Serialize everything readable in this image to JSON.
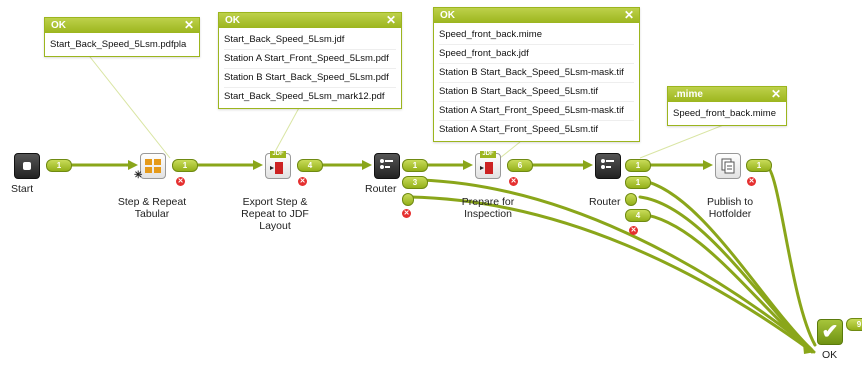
{
  "popups": [
    {
      "title": "OK",
      "files": [
        "Start_Back_Speed_5Lsm.pdfpla"
      ]
    },
    {
      "title": "OK",
      "files": [
        "Start_Back_Speed_5Lsm.jdf",
        "Station A Start_Front_Speed_5Lsm.pdf",
        "Station B Start_Back_Speed_5Lsm.pdf",
        "Start_Back_Speed_5Lsm_mark12.pdf"
      ]
    },
    {
      "title": "OK",
      "files": [
        "Speed_front_back.mime",
        "Speed_front_back.jdf",
        "Station B Start_Back_Speed_5Lsm-mask.tif",
        "Station B Start_Back_Speed_5Lsm.tif",
        "Station A Start_Front_Speed_5Lsm-mask.tif",
        "Station A Start_Front_Speed_5Lsm.tif"
      ]
    },
    {
      "title": ".mime",
      "files": [
        "Speed_front_back.mime"
      ]
    }
  ],
  "nodes": {
    "start": {
      "label": "Start",
      "icon": "start-icon"
    },
    "step_repeat": {
      "label": "Step & Repeat Tabular",
      "icon": "step-repeat-icon"
    },
    "export_jdf": {
      "label": "Export Step & Repeat to JDF Layout",
      "icon": "jdf-export-icon",
      "tag": "JDF"
    },
    "router1": {
      "label": "Router",
      "icon": "router-icon"
    },
    "prepare": {
      "label": "Prepare for Inspection",
      "icon": "jdf-prepare-icon",
      "tag": "JDF"
    },
    "router2": {
      "label": "Router",
      "icon": "router-icon"
    },
    "publish": {
      "label": "Publish to Hotfolder",
      "icon": "publish-icon"
    },
    "ok": {
      "label": "OK",
      "icon": "checkmark-icon"
    }
  },
  "badges": {
    "start_out": "1",
    "step_out": "1",
    "export_out": "4",
    "router1_out1": "1",
    "router1_out2": "3",
    "prepare_out": "6",
    "router2_out1": "1",
    "router2_out2": "1",
    "router2_out4": "4",
    "publish_out": "1",
    "ok_count": "9"
  },
  "colors": {
    "accent": "#9cb51e",
    "wire": "#8aa61a",
    "error": "#e53030"
  }
}
